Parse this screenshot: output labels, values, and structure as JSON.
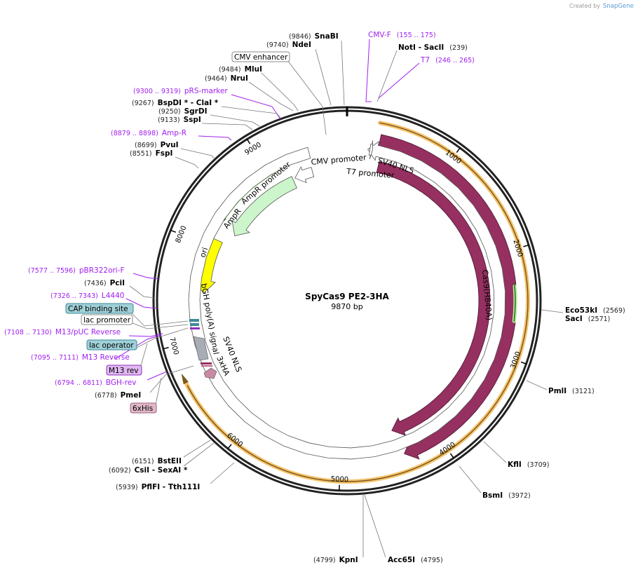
{
  "credit": {
    "created_by": "Created by",
    "brand": "SnapGene"
  },
  "plasmid": {
    "name": "SpyCas9 PE2-3HA",
    "size": "9870 bp"
  },
  "ticks": [
    "1000",
    "2000",
    "3000",
    "4000",
    "5000",
    "6000",
    "7000",
    "8000",
    "9000"
  ],
  "features": {
    "cmv_promoter": "CMV promoter",
    "t7_promoter": "T7 promoter",
    "sv40_nls_top": "SV40 NLS",
    "ampr_promoter": "AmpR promoter",
    "ampr": "AmpR",
    "ori": "ori",
    "bgh": "bGH poly(A) signal",
    "sv40_nls_bottom": "SV40 NLS",
    "ha": "3xHA",
    "cas9_h840a": "Cas9(H840A)",
    "cas9": "Cas9"
  },
  "sites": {
    "snabi": {
      "pos": "(9846)",
      "name": "SnaBI"
    },
    "ndei": {
      "pos": "(9740)",
      "name": "NdeI"
    },
    "cmv_enhancer": {
      "name": "CMV enhancer"
    },
    "mlui": {
      "pos": "(9484)",
      "name": "MluI"
    },
    "nrui": {
      "pos": "(9464)",
      "name": "NruI"
    },
    "prs_marker": {
      "pos": "(9300 .. 9319)",
      "name": "pRS-marker"
    },
    "bspdi": {
      "pos": "(9267)",
      "name": "BspDI *  - ClaI *"
    },
    "sgrdi": {
      "pos": "(9250)",
      "name": "SgrDI"
    },
    "sspi": {
      "pos": "(9133)",
      "name": "SspI"
    },
    "amp_r": {
      "pos": "(8879 .. 8898)",
      "name": "Amp-R"
    },
    "pvui": {
      "pos": "(8699)",
      "name": "PvuI"
    },
    "fspi": {
      "pos": "(8551)",
      "name": "FspI"
    },
    "cmv_f": {
      "pos": "(155 .. 175)",
      "name": "CMV-F"
    },
    "noti": {
      "pos": "(239)",
      "name": "NotI  - SacII"
    },
    "t7": {
      "pos": "(246 .. 265)",
      "name": "T7"
    },
    "pbr322": {
      "pos": "(7577 .. 7596)",
      "name": "pBR322ori-F"
    },
    "pcii": {
      "pos": "(7436)",
      "name": "PciI"
    },
    "l4440": {
      "pos": "(7326 .. 7343)",
      "name": "L4440"
    },
    "cap": {
      "name": "CAP binding site"
    },
    "lac_promoter": {
      "name": "lac promoter"
    },
    "m13_puc": {
      "pos": "(7108 .. 7130)",
      "name": "M13/pUC Reverse"
    },
    "lac_operator": {
      "name": "lac operator"
    },
    "m13_reverse": {
      "pos": "(7095 .. 7111)",
      "name": "M13 Reverse"
    },
    "m13_rev": {
      "name": "M13 rev"
    },
    "bgh_rev": {
      "pos": "(6794 .. 6811)",
      "name": "BGH-rev"
    },
    "pmei": {
      "pos": "(6778)",
      "name": "PmeI"
    },
    "his": {
      "name": "6xHis"
    },
    "bsteii": {
      "pos": "(6151)",
      "name": "BstEII"
    },
    "csii": {
      "pos": "(6092)",
      "name": "CsiI  - SexAI *"
    },
    "pflfi": {
      "pos": "(5939)",
      "name": "PflFI  - Tth111I"
    },
    "kpni": {
      "pos": "(4799)",
      "name": "KpnI"
    },
    "acc65i": {
      "pos": "(4795)",
      "name": "Acc65I"
    },
    "eco53ki": {
      "pos": "(2569)",
      "name": "Eco53kI"
    },
    "saci": {
      "pos": "(2571)",
      "name": "SacI"
    },
    "pmli": {
      "pos": "(3121)",
      "name": "PmlI"
    },
    "kfli": {
      "pos": "(3709)",
      "name": "KflI"
    },
    "bsmi": {
      "pos": "(3972)",
      "name": "BsmI"
    }
  },
  "colors": {
    "cas9": "#953060",
    "ampr": "#ccf5cc",
    "ori": "#ffff00",
    "highlight": "#f7c46c",
    "primer": "#a020f0"
  }
}
